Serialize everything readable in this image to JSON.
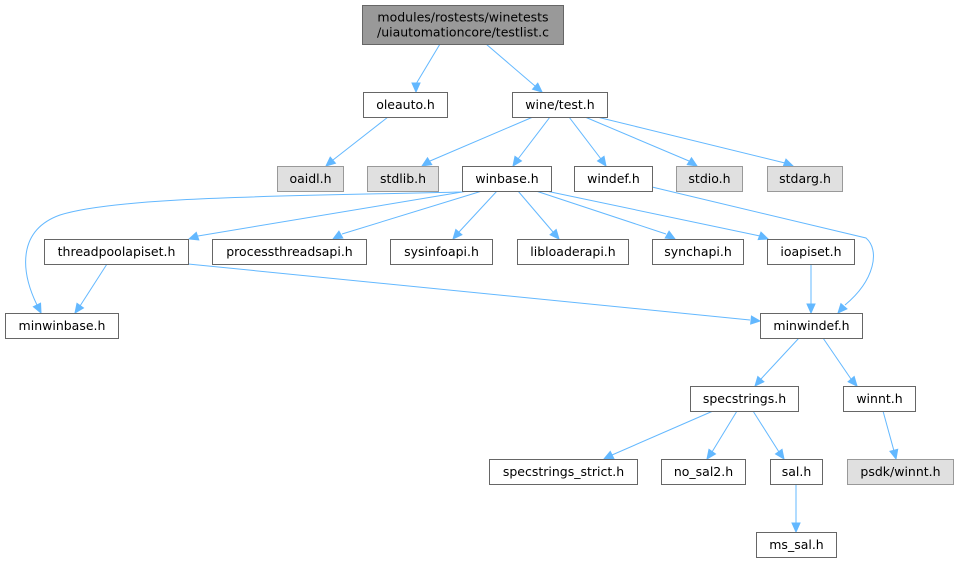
{
  "diagram": {
    "type": "include-dependency-graph",
    "colors": {
      "edge": "#63b8ff",
      "root_fill": "#999999",
      "node_fill": "#ffffff",
      "external_fill": "#e0e0e0",
      "border": "#666666",
      "external_border": "#999999"
    },
    "nodes": [
      {
        "id": "testlist",
        "lines": [
          "modules/rostests/winetests",
          "/uiautomationcore/testlist.c"
        ],
        "kind": "root"
      },
      {
        "id": "oleauto",
        "lines": [
          "oleauto.h"
        ],
        "kind": "plain"
      },
      {
        "id": "winetest",
        "lines": [
          "wine/test.h"
        ],
        "kind": "plain"
      },
      {
        "id": "oaidl",
        "lines": [
          "oaidl.h"
        ],
        "kind": "ext"
      },
      {
        "id": "stdlib",
        "lines": [
          "stdlib.h"
        ],
        "kind": "ext"
      },
      {
        "id": "winbase",
        "lines": [
          "winbase.h"
        ],
        "kind": "plain"
      },
      {
        "id": "windef",
        "lines": [
          "windef.h"
        ],
        "kind": "plain"
      },
      {
        "id": "stdio",
        "lines": [
          "stdio.h"
        ],
        "kind": "ext"
      },
      {
        "id": "stdarg",
        "lines": [
          "stdarg.h"
        ],
        "kind": "ext"
      },
      {
        "id": "threadpoolapiset",
        "lines": [
          "threadpoolapiset.h"
        ],
        "kind": "plain"
      },
      {
        "id": "processthreadsapi",
        "lines": [
          "processthreadsapi.h"
        ],
        "kind": "plain"
      },
      {
        "id": "sysinfoapi",
        "lines": [
          "sysinfoapi.h"
        ],
        "kind": "plain"
      },
      {
        "id": "libloaderapi",
        "lines": [
          "libloaderapi.h"
        ],
        "kind": "plain"
      },
      {
        "id": "synchapi",
        "lines": [
          "synchapi.h"
        ],
        "kind": "plain"
      },
      {
        "id": "ioapiset",
        "lines": [
          "ioapiset.h"
        ],
        "kind": "plain"
      },
      {
        "id": "minwinbase",
        "lines": [
          "minwinbase.h"
        ],
        "kind": "plain"
      },
      {
        "id": "minwindef",
        "lines": [
          "minwindef.h"
        ],
        "kind": "plain"
      },
      {
        "id": "specstrings",
        "lines": [
          "specstrings.h"
        ],
        "kind": "plain"
      },
      {
        "id": "winnt",
        "lines": [
          "winnt.h"
        ],
        "kind": "plain"
      },
      {
        "id": "specstrings_strict",
        "lines": [
          "specstrings_strict.h"
        ],
        "kind": "plain"
      },
      {
        "id": "no_sal2",
        "lines": [
          "no_sal2.h"
        ],
        "kind": "plain"
      },
      {
        "id": "sal",
        "lines": [
          "sal.h"
        ],
        "kind": "plain"
      },
      {
        "id": "psdk_winnt",
        "lines": [
          "psdk/winnt.h"
        ],
        "kind": "ext"
      },
      {
        "id": "ms_sal",
        "lines": [
          "ms_sal.h"
        ],
        "kind": "plain"
      }
    ],
    "edges": [
      {
        "from": "testlist",
        "to": "oleauto"
      },
      {
        "from": "testlist",
        "to": "winetest"
      },
      {
        "from": "oleauto",
        "to": "oaidl"
      },
      {
        "from": "winetest",
        "to": "stdlib"
      },
      {
        "from": "winetest",
        "to": "winbase"
      },
      {
        "from": "winetest",
        "to": "windef"
      },
      {
        "from": "winetest",
        "to": "stdio"
      },
      {
        "from": "winetest",
        "to": "stdarg"
      },
      {
        "from": "winbase",
        "to": "threadpoolapiset"
      },
      {
        "from": "winbase",
        "to": "processthreadsapi"
      },
      {
        "from": "winbase",
        "to": "sysinfoapi"
      },
      {
        "from": "winbase",
        "to": "libloaderapi"
      },
      {
        "from": "winbase",
        "to": "synchapi"
      },
      {
        "from": "winbase",
        "to": "ioapiset"
      },
      {
        "from": "winbase",
        "to": "minwinbase"
      },
      {
        "from": "windef",
        "to": "minwindef"
      },
      {
        "from": "threadpoolapiset",
        "to": "minwinbase"
      },
      {
        "from": "threadpoolapiset",
        "to": "minwindef"
      },
      {
        "from": "ioapiset",
        "to": "minwindef"
      },
      {
        "from": "minwindef",
        "to": "specstrings"
      },
      {
        "from": "minwindef",
        "to": "winnt"
      },
      {
        "from": "specstrings",
        "to": "specstrings_strict"
      },
      {
        "from": "specstrings",
        "to": "no_sal2"
      },
      {
        "from": "specstrings",
        "to": "sal"
      },
      {
        "from": "winnt",
        "to": "psdk_winnt"
      },
      {
        "from": "sal",
        "to": "ms_sal"
      }
    ]
  }
}
